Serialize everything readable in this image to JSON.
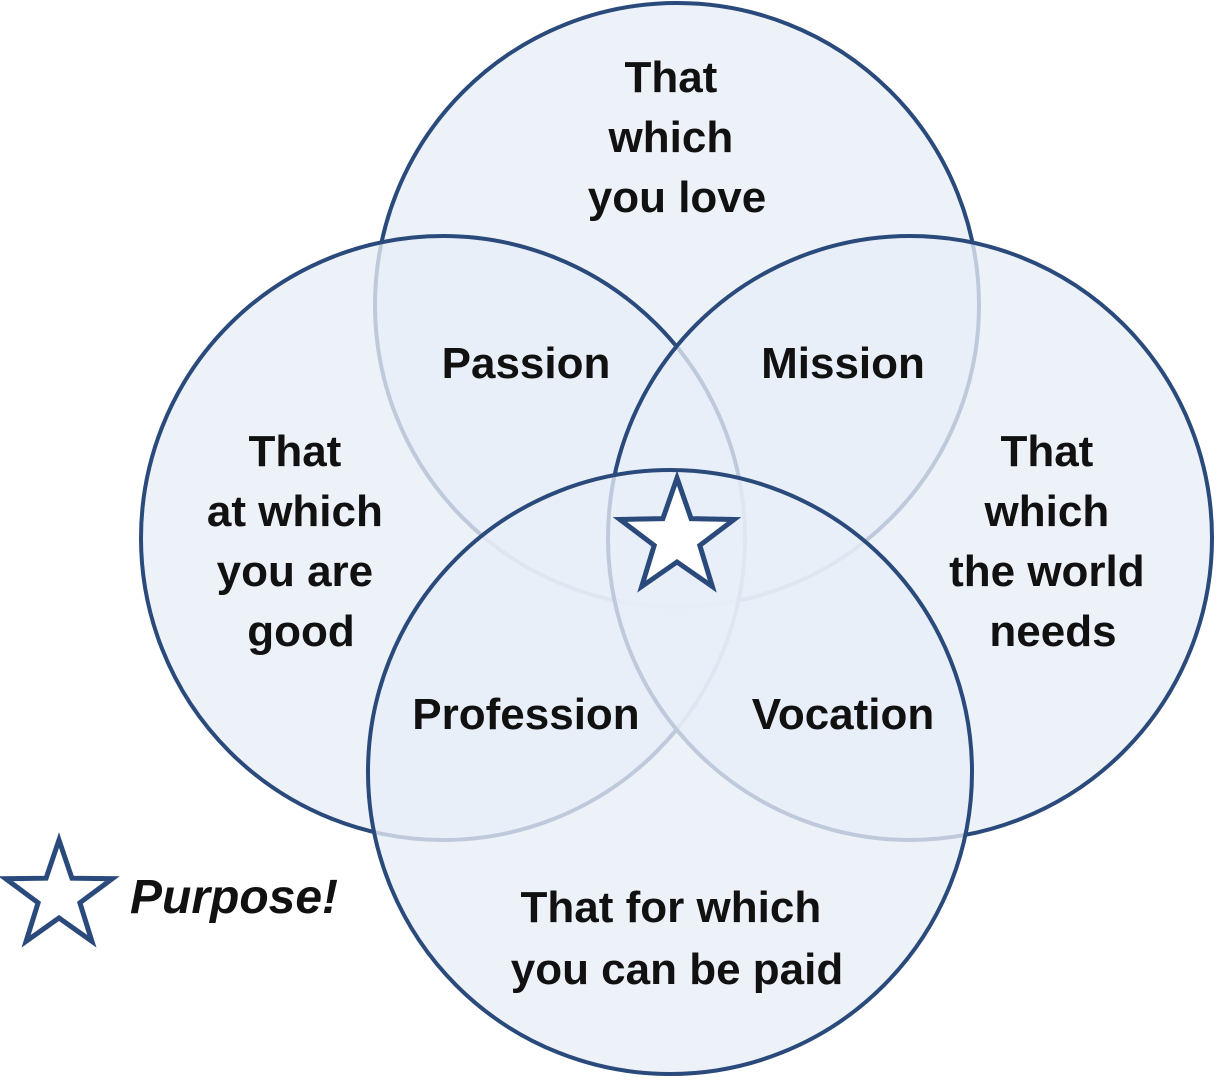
{
  "colors": {
    "fill": "#e8eef7",
    "stroke": "#2a4a7c",
    "star_fill": "#ffffff",
    "text": "#111111"
  },
  "circles": [
    {
      "key": "love",
      "lines": [
        "That",
        "which",
        "you love"
      ]
    },
    {
      "key": "good",
      "lines": [
        "That",
        "at which",
        "you are",
        "good"
      ]
    },
    {
      "key": "world",
      "lines": [
        "That",
        "which",
        "the world",
        "needs"
      ]
    },
    {
      "key": "paid",
      "lines": [
        "That for which",
        "you can be paid"
      ]
    }
  ],
  "overlaps": {
    "passion": "Passion",
    "mission": "Mission",
    "profession": "Profession",
    "vocation": "Vocation"
  },
  "legend": {
    "label": "Purpose!",
    "icon": "star-icon"
  }
}
